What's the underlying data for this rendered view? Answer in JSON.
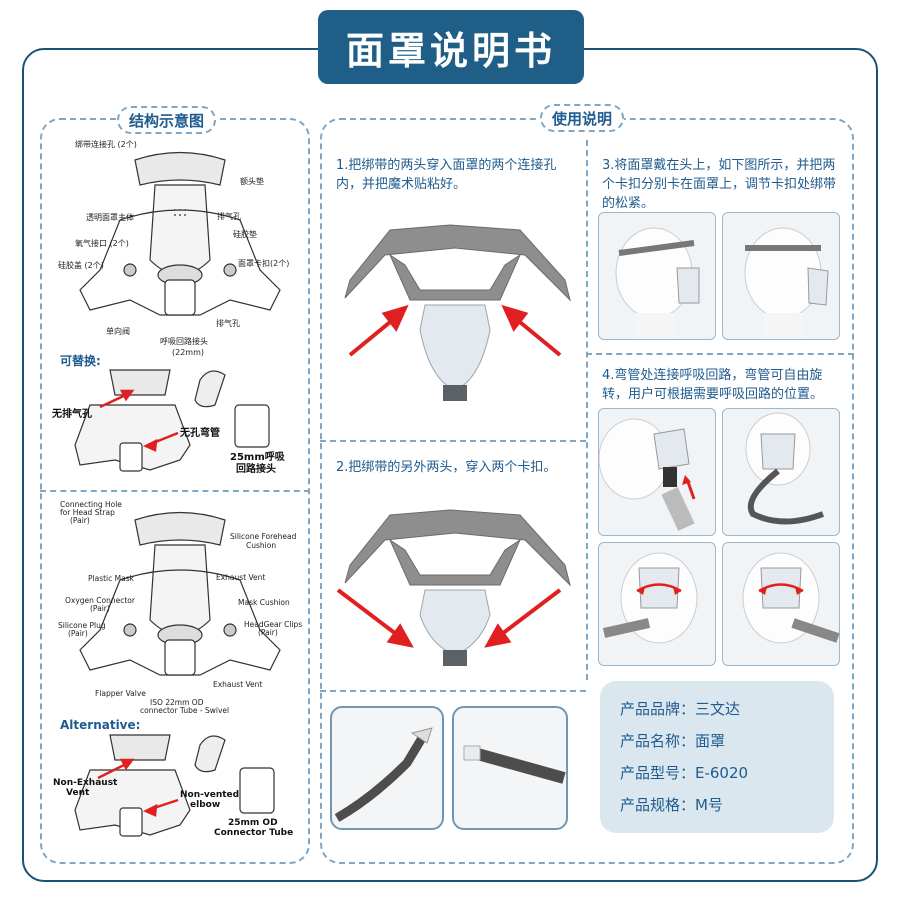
{
  "title": "面罩说明书",
  "sections": {
    "structure_tab": "结构示意图",
    "usage_tab": "使用说明"
  },
  "structure_cn": {
    "labels": [
      "绑带连接孔 (2个)",
      "额头垫",
      "透明面罩主体",
      "排气孔",
      "硅胶垫",
      "氧气接口 (2个)",
      "硅胶盖 (2个)",
      "面罩卡扣(2个)",
      "单向阀",
      "排气孔",
      "呼吸回路接头",
      "(22mm)"
    ],
    "alt_title": "可替换:",
    "alt_labels": [
      "无排气孔",
      "无孔弯管",
      "25mm呼吸",
      "回路接头"
    ]
  },
  "structure_en": {
    "labels": [
      "Connecting Hole",
      "for Head Strap",
      "(Pair)",
      "Silicone Forehead",
      "Cushion",
      "Plastic Mask",
      "Exhaust Vent",
      "Oxygen Connector",
      "(Pair)",
      "Mask Cushion",
      "Silicone Plug",
      "(Pair)",
      "HeadGear Clips",
      "(Pair)",
      "Flapper Valve",
      "Exhaust Vent",
      "ISO 22mm OD",
      "connector Tube - Swivel"
    ],
    "alt_title": "Alternative:",
    "alt_labels": [
      "Non-Exhaust",
      "Vent",
      "Non-vented",
      "elbow",
      "25mm OD",
      "Connector Tube"
    ]
  },
  "steps": {
    "s1": "1.把绑带的两头穿入面罩的两个连接孔内，并把魔术贴粘好。",
    "s2": "2.把绑带的另外两头，穿入两个卡扣。",
    "s3": "3.将面罩戴在头上，如下图所示，并把两个卡扣分别卡在面罩上，调节卡扣处绑带的松紧。",
    "s4": "4.弯管处连接呼吸回路，弯管可自由旋转，用户可根据需要呼吸回路的位置。"
  },
  "spec": {
    "brand": "产品品牌：三文达",
    "name": "产品名称：面罩",
    "model": "产品型号：E-6020",
    "size": "产品规格：M号"
  },
  "colors": {
    "brand": "#1f5e87",
    "accent_arrow": "#e02020",
    "dash": "#7fa7c4",
    "panel": "#dbe7ef"
  }
}
